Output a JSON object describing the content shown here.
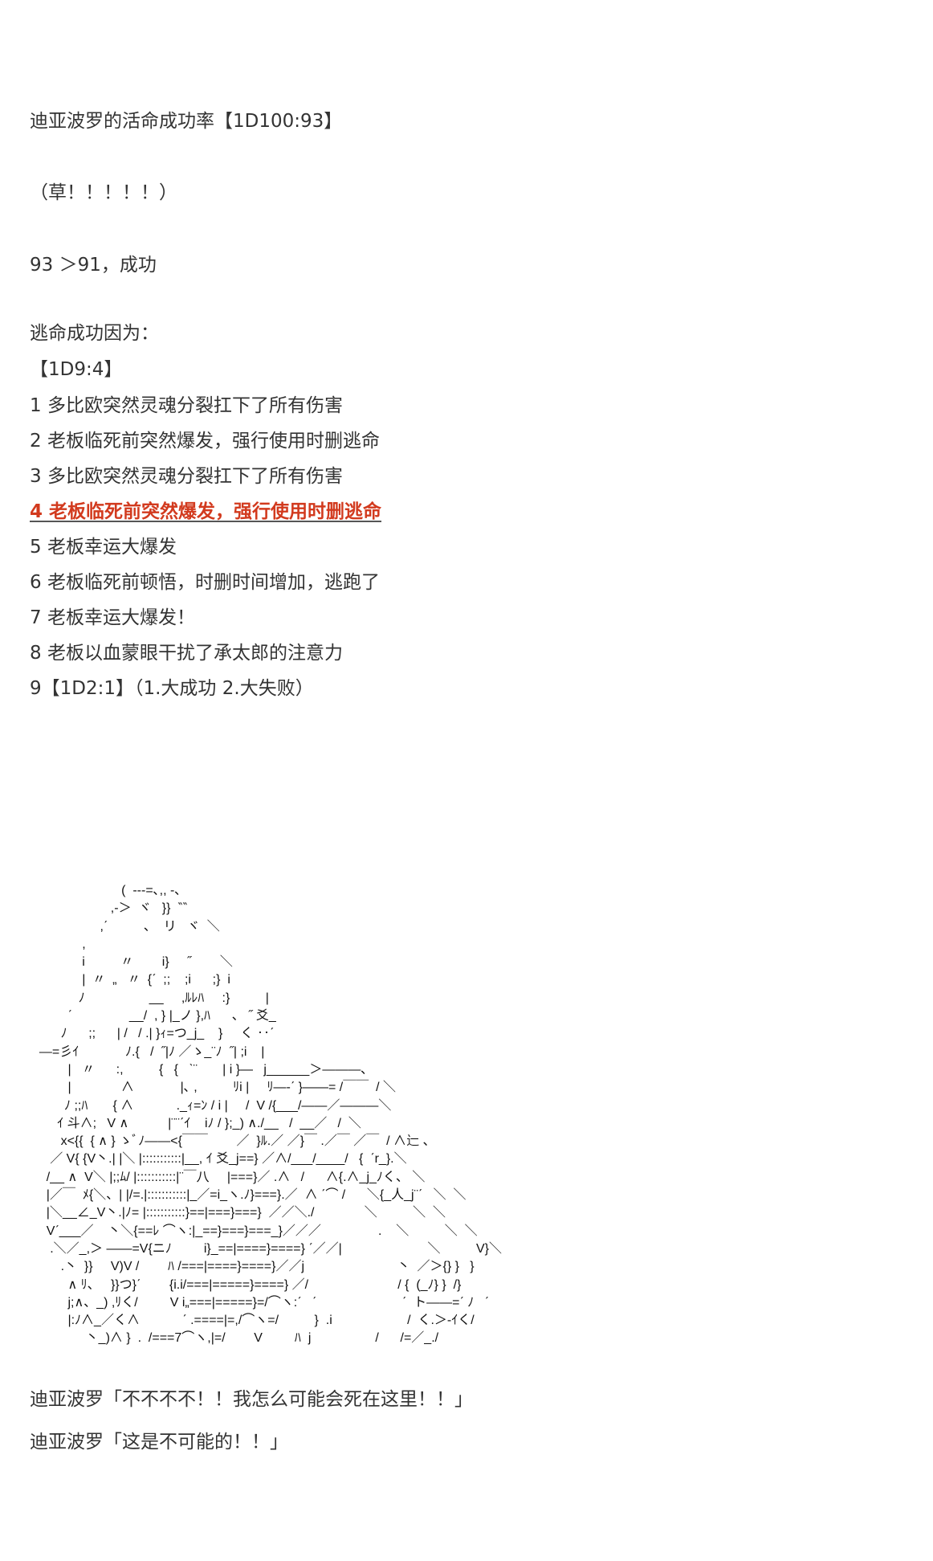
{
  "header": {
    "title": "迪亚波罗的活命成功率【1D100:93】"
  },
  "reaction": "（草！！！！！）",
  "comparison": "93 ＞91，成功",
  "reason_label": "逃命成功因为：",
  "reason_roll": "【1D9:4】",
  "options": [
    "1 多比欧突然灵魂分裂扛下了所有伤害",
    "2 老板临死前突然爆发，强行使用时删逃命",
    "3 多比欧突然灵魂分裂扛下了所有伤害",
    "4 老板临死前突然爆发，强行使用时删逃命",
    "5 老板幸运大爆发",
    "6 老板临死前顿悟，时删时间增加，逃跑了",
    "7 老板幸运大爆发！",
    "8 老板以血蒙眼干扰了承太郎的注意力",
    "9【1D2:1】（1.大成功 2.大失败）"
  ],
  "highlight_color": "#d23a1e",
  "ascii_art": [
    "                         (  ---=､,, -､",
    "                      ,-＞  ヾ   }}  ‶‶",
    "                   ,ˊ          、  リ   ヾ  ＼",
    "              ,",
    "              i          〃        i}     ˝        ＼",
    "              |  〃  „   〃  {ˊ  ;;    ;i      ;}  i",
    "             ﾉ                  __     ,ﾙﾚﾊ     :}          |",
    "          ˊ                __/  , } |_ノ },ﾊ      、 ˝ 爻_",
    "        ﾉ      ;;      | /   / .| }ｨ=つ_j_    }     く ‥ˊ",
    "  ―=彡ｲ             ﾉ.{   /  ˝|ﾉ ／ゝ_¨ﾉ  ˝| ;i    |",
    "          |   〃      :,          {   {   ˋ¨       | i }―   j______＞―――､",
    "          |              ∧             |､ ,          ﾘi |     ﾘ―-ˊ }――= /￣￣  / ＼",
    "         ﾉ ;;ﾊ       { ∧            ._ｨ=ﾝ / i |     /  V /{___/――／―――＼",
    "       ｲ 斗∧;   V ∧           |¨¨ˊｲ    iﾉ / };_) ∧./__   /  __／   /  ＼",
    "        x<{{  { ∧ } ゝﾞﾉ――<{￣￣        ／  }ﾙ.／ ／}￣ .／￣ ／￣  / ∧辷 、",
    "     ／ V{ {V丶.| |＼ |:::::::::::|__, ｲ 爻_j==} ／∧/___/____/   {  ˊr_}.＼",
    "    /__ ∧  V＼ |;;ﾑ/ |:::::::::::|¨￣八     |===}／ .∧   /      ∧{.∧_j_ﾉく、 ＼",
    "    |／￣  ﾒ{＼、| |/=.|:::::::::::|_／=i_ヽ.ﾉ}===}.／  ∧ ˊ⌒ /      ＼{_人_j¨ˊ   ＼  ＼",
    "    |＼__∠_V丶.|ﾉ= |:::::::::::}==|===}===}  ／／＼./              ＼          ＼  ＼",
    "    Vˊ___／    丶＼{==ﾚ ⌒ヽ:|_==}===}===_}／／／                .    ＼          ＼  ＼",
    "     .＼／_,＞ ――=V{ニﾉ         i}_==|====}====} ˊ／／|                        ＼          V}＼",
    "        .丶  }}     V)V /        ﾊ /===|====}====}／／j                          丶  ／＞{} }   }",
    "          ∧ ﾘ、   }}つ}ˊ        {i.i/===|=====}====} ／/                         / {  (_ﾉ} }  /}",
    "          j;∧、_) ,ﾘく/         V i„===|=====}=/⌒ヽ:ˊ   ˊ                        ˊ  ト――=ˊ ﾉ   ˊ",
    "          |:ﾉ∧_／く∧            ˊ .====|=,/⌒ヽ=/          }  .i                     /  く.＞-ｲく/",
    "               丶_)∧ }  .  /===7⌒ヽ,|=/        V         ﾊ  j                  /      /=／_./"
  ],
  "dialogue": [
    "迪亚波罗「不不不不！！我怎么可能会死在这里！！」",
    "迪亚波罗「这是不可能的！！」"
  ]
}
